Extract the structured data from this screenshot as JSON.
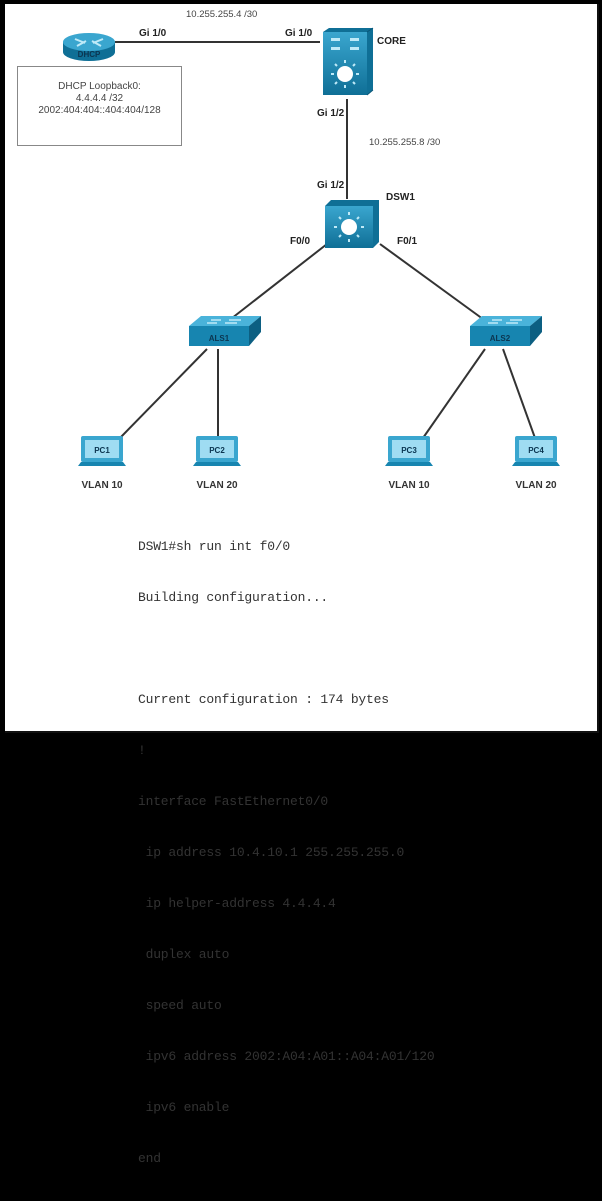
{
  "devices": {
    "dhcp": {
      "name": "DHCP",
      "type": "router-icon"
    },
    "core": {
      "name": "CORE",
      "type": "multilayer-switch-icon"
    },
    "dsw1": {
      "name": "DSW1",
      "type": "multilayer-switch-icon"
    },
    "als1": {
      "name": "ALS1",
      "type": "switch-icon"
    },
    "als2": {
      "name": "ALS2",
      "type": "switch-icon"
    },
    "pc1": {
      "name": "PC1",
      "vlan": "VLAN 10"
    },
    "pc2": {
      "name": "PC2",
      "vlan": "VLAN 20"
    },
    "pc3": {
      "name": "PC3",
      "vlan": "VLAN 10"
    },
    "pc4": {
      "name": "PC4",
      "vlan": "VLAN 20"
    }
  },
  "links": {
    "dhcp_core": {
      "network": "10.255.255.4 /30",
      "a_port": "Gi 1/0",
      "b_port": "Gi 1/0"
    },
    "core_dsw1": {
      "network": "10.255.255.8 /30",
      "a_port": "Gi 1/2",
      "b_port": "Gi 1/2"
    },
    "dsw1_als1": {
      "a_port": "F0/0"
    },
    "dsw1_als2": {
      "a_port": "F0/1"
    }
  },
  "info_box": {
    "title": "DHCP Loopback0:",
    "ipv4": "4.4.4.4 /32",
    "ipv6": "2002:404:404::404:404/128"
  },
  "console": {
    "lines": [
      "DSW1#sh run int f0/0",
      "Building configuration...",
      "",
      "Current configuration : 174 bytes",
      "!",
      "interface FastEthernet0/0",
      " ip address 10.4.10.1 255.255.255.0",
      " ip helper-address 4.4.4.4",
      " duplex auto",
      " speed auto",
      " ipv6 address 2002:A04:A01::A04:A01/120",
      " ipv6 enable",
      "end"
    ]
  },
  "colors": {
    "device_blue": "#1a86b0",
    "device_dark": "#0f6a90",
    "device_light": "#8fd6f0",
    "link": "#333333"
  }
}
